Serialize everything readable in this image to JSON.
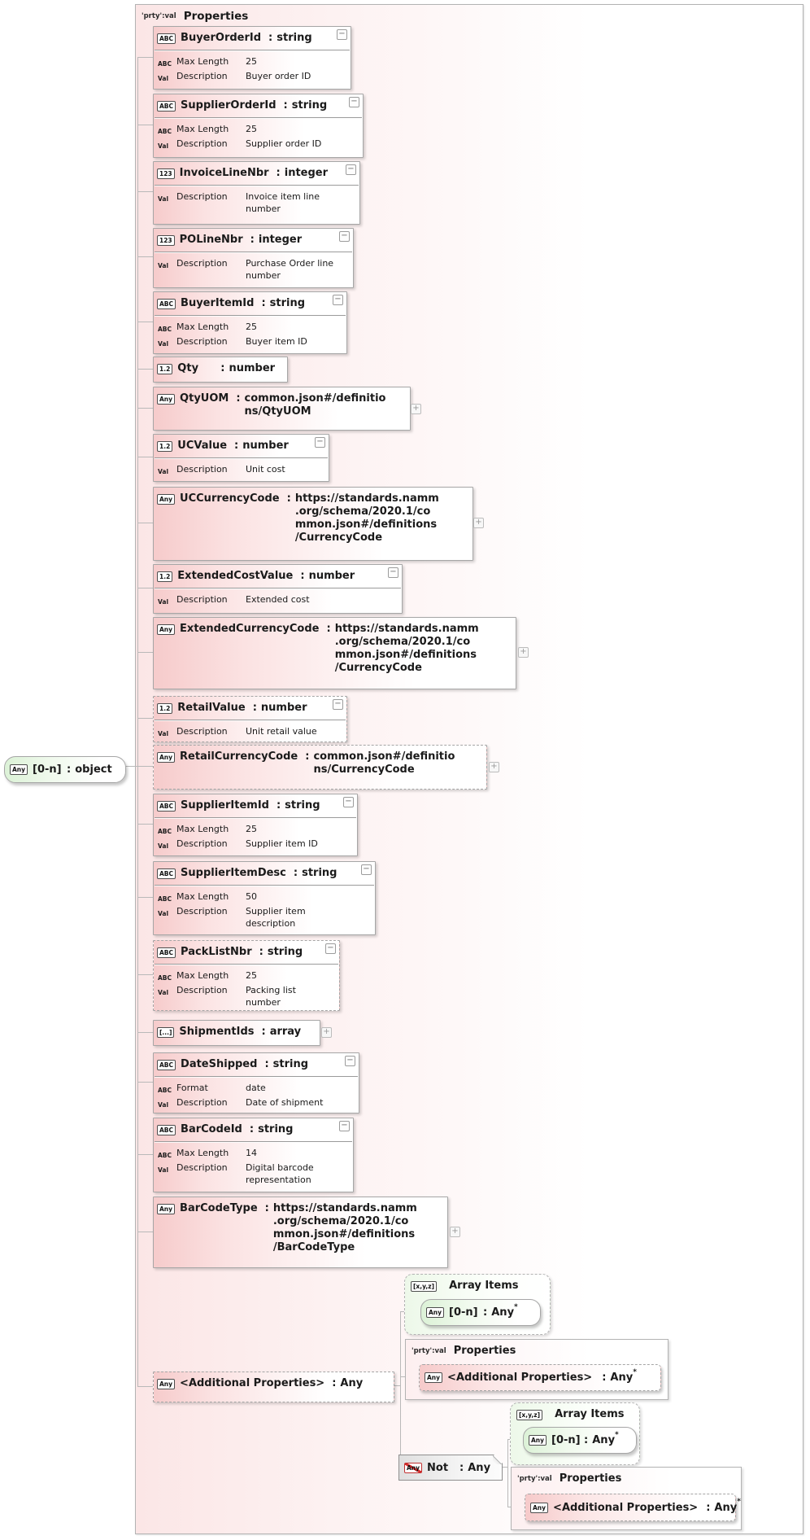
{
  "punct": {
    "colon": ":",
    "star": "*",
    "collapse": "−",
    "expand": "+"
  },
  "root_node": {
    "icon": "Any",
    "cardinality": "[0-n]",
    "type": "object"
  },
  "container": {
    "icon": "'prty':val",
    "title": "Properties"
  },
  "properties": [
    {
      "name": "BuyerOrderId",
      "icon": "ABC",
      "type": "string",
      "details": [
        {
          "icon": "ABC",
          "label": "Max Length",
          "value": "25"
        },
        {
          "icon": "Val",
          "label": "Description",
          "value": "Buyer order ID"
        }
      ]
    },
    {
      "name": "SupplierOrderId",
      "icon": "ABC",
      "type": "string",
      "details": [
        {
          "icon": "ABC",
          "label": "Max Length",
          "value": "25"
        },
        {
          "icon": "Val",
          "label": "Description",
          "value": "Supplier order ID"
        }
      ]
    },
    {
      "name": "InvoiceLineNbr",
      "icon": "123",
      "type": "integer",
      "details": [
        {
          "icon": "Val",
          "label": "Description",
          "value": "Invoice item line\nnumber"
        }
      ]
    },
    {
      "name": "POLineNbr",
      "icon": "123",
      "type": "integer",
      "details": [
        {
          "icon": "Val",
          "label": "Description",
          "value": "Purchase Order line\nnumber"
        }
      ]
    },
    {
      "name": "BuyerItemId",
      "icon": "ABC",
      "type": "string",
      "details": [
        {
          "icon": "ABC",
          "label": "Max Length",
          "value": "25"
        },
        {
          "icon": "Val",
          "label": "Description",
          "value": "Buyer item ID"
        }
      ]
    },
    {
      "name": "Qty",
      "icon": "1.2",
      "type": "number",
      "details": []
    },
    {
      "name": "QtyUOM",
      "icon": "Any",
      "type": "common.json#/definitio\nns/QtyUOM",
      "details": []
    },
    {
      "name": "UCValue",
      "icon": "1.2",
      "type": "number",
      "details": [
        {
          "icon": "Val",
          "label": "Description",
          "value": "Unit cost"
        }
      ]
    },
    {
      "name": "UCCurrencyCode",
      "icon": "Any",
      "type": "https://standards.namm\n.org/schema/2020.1/co\nmmon.json#/definitions\n/CurrencyCode",
      "details": []
    },
    {
      "name": "ExtendedCostValue",
      "icon": "1.2",
      "type": "number",
      "details": [
        {
          "icon": "Val",
          "label": "Description",
          "value": "Extended cost"
        }
      ]
    },
    {
      "name": "ExtendedCurrencyCode",
      "icon": "Any",
      "type": "https://standards.namm\n.org/schema/2020.1/co\nmmon.json#/definitions\n/CurrencyCode",
      "details": []
    },
    {
      "name": "RetailValue",
      "icon": "1.2",
      "type": "number",
      "details": [
        {
          "icon": "Val",
          "label": "Description",
          "value": "Unit retail value"
        }
      ]
    },
    {
      "name": "RetailCurrencyCode",
      "icon": "Any",
      "type": "common.json#/definitio\nns/CurrencyCode",
      "details": []
    },
    {
      "name": "SupplierItemId",
      "icon": "ABC",
      "type": "string",
      "details": [
        {
          "icon": "ABC",
          "label": "Max Length",
          "value": "25"
        },
        {
          "icon": "Val",
          "label": "Description",
          "value": "Supplier item ID"
        }
      ]
    },
    {
      "name": "SupplierItemDesc",
      "icon": "ABC",
      "type": "string",
      "details": [
        {
          "icon": "ABC",
          "label": "Max Length",
          "value": "50"
        },
        {
          "icon": "Val",
          "label": "Description",
          "value": "Supplier item\ndescription"
        }
      ]
    },
    {
      "name": "PackListNbr",
      "icon": "ABC",
      "type": "string",
      "details": [
        {
          "icon": "ABC",
          "label": "Max Length",
          "value": "25"
        },
        {
          "icon": "Val",
          "label": "Description",
          "value": "Packing list\nnumber"
        }
      ]
    },
    {
      "name": "ShipmentIds",
      "icon": "[...]",
      "type": "array",
      "details": []
    },
    {
      "name": "DateShipped",
      "icon": "ABC",
      "type": "string",
      "details": [
        {
          "icon": "ABC",
          "label": "Format",
          "value": "date"
        },
        {
          "icon": "Val",
          "label": "Description",
          "value": "Date of shipment"
        }
      ]
    },
    {
      "name": "BarCodeId",
      "icon": "ABC",
      "type": "string",
      "details": [
        {
          "icon": "ABC",
          "label": "Max Length",
          "value": "14"
        },
        {
          "icon": "Val",
          "label": "Description",
          "value": "Digital barcode\nrepresentation"
        }
      ]
    },
    {
      "name": "BarCodeType",
      "icon": "Any",
      "type": "https://standards.namm\n.org/schema/2020.1/co\nmmon.json#/definitions\n/BarCodeType",
      "details": []
    },
    {
      "name": "<Additional Properties>",
      "icon": "Any",
      "type": "Any",
      "details": []
    }
  ],
  "any_expansion": {
    "array_items_1": {
      "icon": "[x,y,z]",
      "title": "Array Items",
      "item": {
        "icon": "Any",
        "cardinality": "[0-n]",
        "type": "Any"
      }
    },
    "properties_1": {
      "icon": "'prty':val",
      "title": "Properties",
      "item": {
        "icon": "Any",
        "name": "<Additional Properties>",
        "type": "Any"
      }
    },
    "not_node": {
      "icon": "Any",
      "name": "Not",
      "type": "Any"
    },
    "array_items_2": {
      "icon": "[x,y,z]",
      "title": "Array Items",
      "item": {
        "icon": "Any",
        "cardinality": "[0-n]",
        "type": "Any"
      }
    },
    "properties_2": {
      "icon": "'prty':val",
      "title": "Properties",
      "item": {
        "icon": "Any",
        "name": "<Additional Properties>",
        "type": "Any"
      }
    }
  }
}
